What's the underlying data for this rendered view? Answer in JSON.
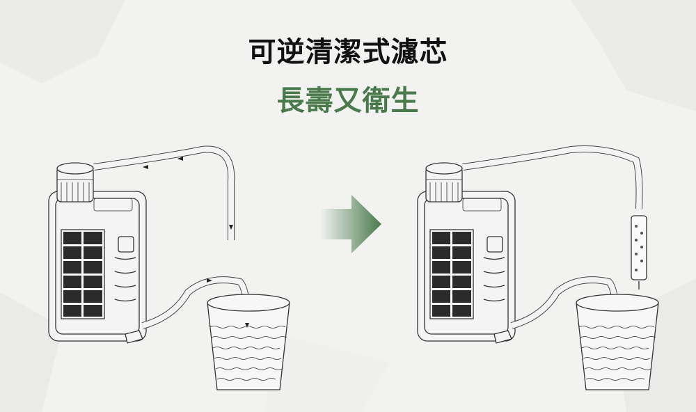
{
  "headline": {
    "line1": "可逆清潔式濾芯",
    "line2": "長壽又衛生"
  },
  "colors": {
    "accent_green": "#4a7a4c",
    "background": "#f2f2f1",
    "line_art": "#333333"
  },
  "illustrations": {
    "left": "filter-normal-flow",
    "arrow": "arrow-right-icon",
    "right": "filter-reverse-cleaning"
  }
}
